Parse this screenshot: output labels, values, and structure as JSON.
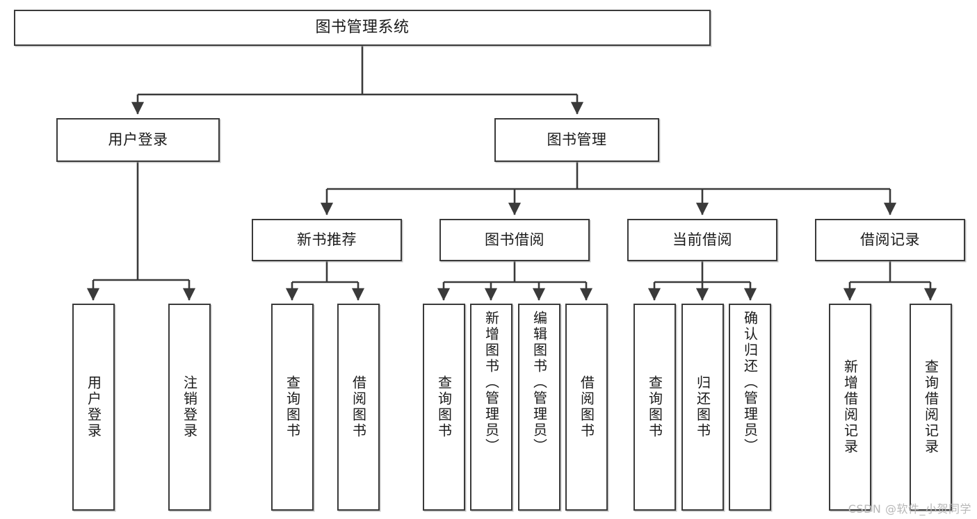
{
  "diagram": {
    "type": "tree-hierarchy",
    "title": "图书管理系统",
    "root": {
      "id": "root",
      "label": "图书管理系统"
    },
    "level2": [
      {
        "id": "user-login",
        "label": "用户登录"
      },
      {
        "id": "book-manage",
        "label": "图书管理"
      }
    ],
    "level3": [
      {
        "id": "new-book-rec",
        "label": "新书推荐",
        "parent": "book-manage"
      },
      {
        "id": "book-borrow",
        "label": "图书借阅",
        "parent": "book-manage"
      },
      {
        "id": "current-borrow",
        "label": "当前借阅",
        "parent": "book-manage"
      },
      {
        "id": "borrow-record",
        "label": "借阅记录",
        "parent": "book-manage"
      }
    ],
    "leaves": {
      "user_login": [
        {
          "id": "leaf-user-login",
          "label": "用户登录"
        },
        {
          "id": "leaf-logout",
          "label": "注销登录"
        }
      ],
      "new_book_rec": [
        {
          "id": "leaf-query-book-1",
          "label": "查询图书"
        },
        {
          "id": "leaf-borrow-book-1",
          "label": "借阅图书"
        }
      ],
      "book_borrow": [
        {
          "id": "leaf-query-book-2",
          "label": "查询图书"
        },
        {
          "id": "leaf-add-book",
          "label": "新增图书（管理员）"
        },
        {
          "id": "leaf-edit-book",
          "label": "编辑图书（管理员）"
        },
        {
          "id": "leaf-borrow-book-2",
          "label": "借阅图书"
        }
      ],
      "current_borrow": [
        {
          "id": "leaf-query-book-3",
          "label": "查询图书"
        },
        {
          "id": "leaf-return-book",
          "label": "归还图书"
        },
        {
          "id": "leaf-confirm-return",
          "label": "确认归还（管理员）"
        }
      ],
      "borrow_record": [
        {
          "id": "leaf-add-record",
          "label": "新增借阅记录"
        },
        {
          "id": "leaf-query-record",
          "label": "查询借阅记录"
        }
      ]
    },
    "colors": {
      "stroke": "#3a3a3a",
      "fill": "#ffffff",
      "text": "#1a1a1a",
      "watermark": "#b8b8b8"
    }
  },
  "watermark": {
    "text": "CSDN @软件_小贺同学"
  }
}
